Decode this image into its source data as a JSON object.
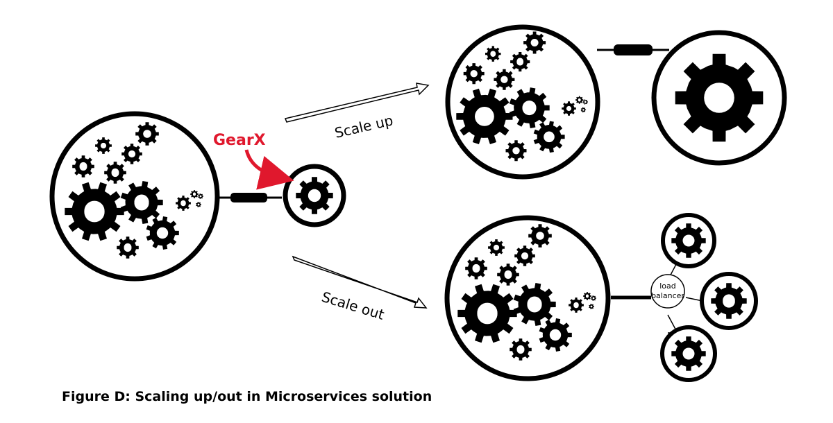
{
  "labels": {
    "gearx": "GearX",
    "scale_up": "Scale up",
    "scale_out": "Scale out",
    "load_balancer_line1": "load",
    "load_balancer_line2": "balancer"
  },
  "caption": "Figure D: Scaling up/out in Microservices solution",
  "colors": {
    "ink": "#000000",
    "accent": "#e0182d",
    "paper": "#ffffff"
  }
}
